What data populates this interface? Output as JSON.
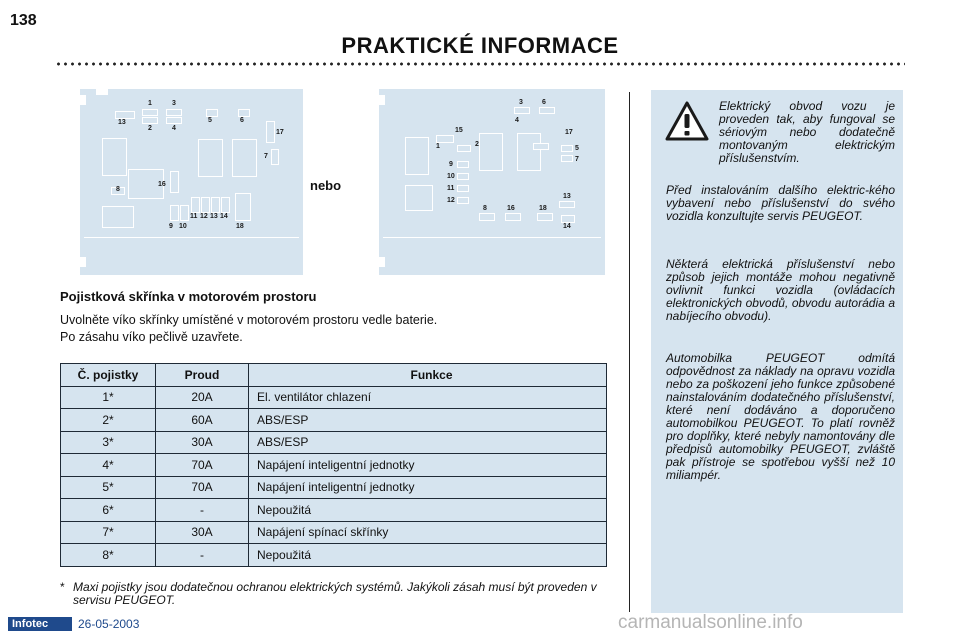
{
  "page": {
    "number": "138",
    "title": "PRAKTICKÉ INFORMACE"
  },
  "diagrams": {
    "left_numbers": [
      "1",
      "3",
      "13",
      "2",
      "4",
      "5",
      "6",
      "17",
      "7",
      "8",
      "16",
      "9",
      "10",
      "11",
      "12",
      "13",
      "14",
      "18"
    ],
    "separator": "nebo",
    "right_numbers": [
      "3",
      "6",
      "1",
      "15",
      "2",
      "4",
      "17",
      "5",
      "7",
      "9",
      "10",
      "11",
      "12",
      "13",
      "8",
      "16",
      "18",
      "14"
    ]
  },
  "section": {
    "heading": "Pojistková skřínka v motorovém prostoru",
    "line1": "Uvolněte víko skřínky umístěné v motorovém prostoru vedle baterie.",
    "line2": "Po zásahu víko pečlivě uzavřete."
  },
  "table": {
    "headers": [
      "Č. pojistky",
      "Proud",
      "Funkce"
    ],
    "rows": [
      [
        "1*",
        "20A",
        "El. ventilátor chlazení"
      ],
      [
        "2*",
        "60A",
        "ABS/ESP"
      ],
      [
        "3*",
        "30A",
        "ABS/ESP"
      ],
      [
        "4*",
        "70A",
        "Napájení inteligentní jednotky"
      ],
      [
        "5*",
        "70A",
        "Napájení inteligentní jednotky"
      ],
      [
        "6*",
        "-",
        "Nepoužitá"
      ],
      [
        "7*",
        "30A",
        "Napájení spínací skřínky"
      ],
      [
        "8*",
        "-",
        "Nepoužitá"
      ]
    ]
  },
  "footnote": {
    "star": "*",
    "text": "Maxi pojistky jsou dodatečnou ochranou elektrických systémů. Jakýkoli zásah musí být proveden v servisu PEUGEOT."
  },
  "warning": {
    "icon": "warning-triangle-icon",
    "intro": "Elektrický obvod vozu je proveden tak, aby fungoval se sériovým nebo dodatečně montovaným elektrickým příslušenstvím.",
    "p1": "Před instalováním dalšího elektric-kého vybavení nebo příslušenství do svého vozidla konzultujte servis PEUGEOT.",
    "p2": "Některá elektrická příslušenství nebo způsob jejich montáže mohou negativně ovlivnit funkci vozidla (ovládacích elektronických obvodů, obvodu autorádia a nabíjecího obvodu).",
    "p3": "Automobilka PEUGEOT odmítá odpovědnost za náklady na opravu vozidla nebo za poškození jeho funkce způsobené nainstalováním dodatečného příslušenství, které není dodáváno a doporučeno automobilkou PEUGEOT. To platí rovněž pro doplňky, které nebyly namontovány dle předpisů automobilky PEUGEOT, zvláště pak přístroje se spotřebou vyšší než 10 miliampér."
  },
  "footer": {
    "logo": "Infotec",
    "date": "26-05-2003",
    "watermark": "carmanualsonline.info"
  },
  "colors": {
    "panel_bg": "#d6e4ef",
    "logo_bg": "#1f4a8c"
  }
}
